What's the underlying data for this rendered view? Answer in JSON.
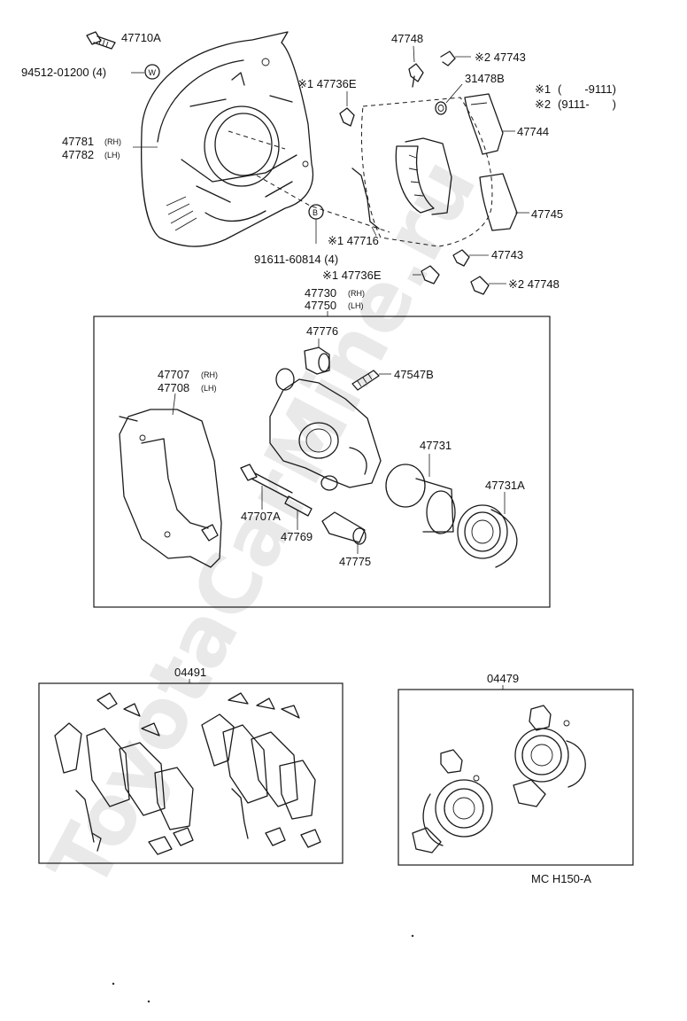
{
  "watermark": "ToyotaCarMine.ru",
  "legend": {
    "row1": {
      "mark": "※1",
      "range": "(　　-9111)"
    },
    "row2": {
      "mark": "※2",
      "range": "(9111-　　)"
    }
  },
  "labels": {
    "p47710A": "47710A",
    "p94512": "94512-01200 (4)",
    "p47781": "47781",
    "p47782": "47782",
    "rh": "(RH)",
    "lh": "(LH)",
    "p47748_top": "47748",
    "p47743_top": "※2 47743",
    "p47736E_top": "※1 47736E",
    "p31478B": "31478B",
    "p47744": "47744",
    "p47745": "47745",
    "p47716": "※1 47716",
    "p91611": "91611-60814 (4)",
    "p47743_mid": "47743",
    "p47736E_bot": "※1 47736E",
    "p47748_bot": "※2 47748",
    "p47730": "47730",
    "p47750": "47750",
    "p47776": "47776",
    "p47547B": "47547B",
    "p47707": "47707",
    "p47708": "47708",
    "p47731": "47731",
    "p47731A": "47731A",
    "p47707A": "47707A",
    "p47769": "47769",
    "p47775": "47775",
    "p04491": "04491",
    "p04479": "04479",
    "code": "MC H150-A"
  },
  "symbols": {
    "washer": "W",
    "bolt": "B"
  }
}
